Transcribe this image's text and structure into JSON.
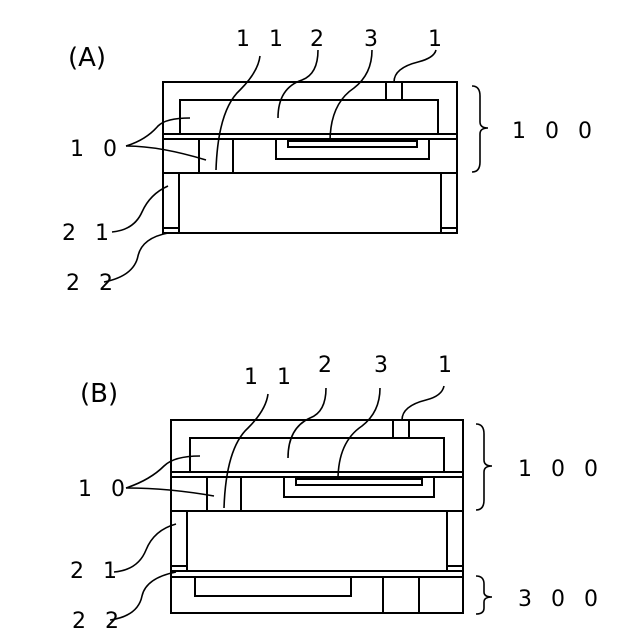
{
  "panel_a": {
    "letter": "(A)",
    "labels": {
      "n1": "1",
      "n11": "1 1",
      "n2": "2",
      "n3": "3",
      "n10": "1 0",
      "n21": "2 1",
      "n22": "2 2",
      "n100": "1 0 0"
    }
  },
  "panel_b": {
    "letter": "(B)",
    "labels": {
      "n1": "1",
      "n11": "1 1",
      "n2": "2",
      "n3": "3",
      "n10": "1 0",
      "n21": "2 1",
      "n22": "2 2",
      "n100": "1 0 0",
      "n300": "3 0 0"
    }
  }
}
